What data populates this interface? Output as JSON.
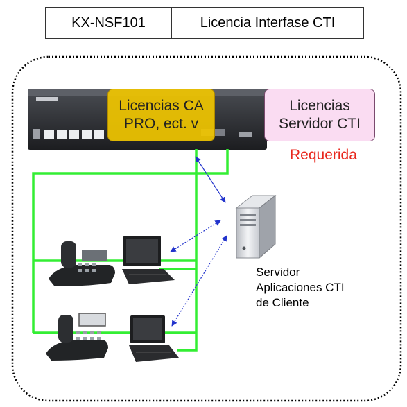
{
  "header": {
    "model": "KX-NSF101",
    "description": "Licencia Interfase CTI"
  },
  "pbx_licenses": {
    "line1": "Licencias CA",
    "line2": "PRO, ect. v",
    "color": "#f0c600"
  },
  "server_licenses": {
    "line1": "Licencias",
    "line2": "Servidor CTI",
    "color": "#fadcf2"
  },
  "required_label": {
    "text": "Requerida",
    "color": "#e8271c"
  },
  "server_caption": {
    "line1": "Servidor",
    "line2": "Aplicaciones CTI",
    "line3": "de Cliente"
  },
  "colors": {
    "network_line": "#33ee33",
    "arrow": "#2233cc",
    "border": "#000000"
  },
  "icons": [
    "pbx-unit-icon",
    "server-icon",
    "desk-phone-icon",
    "laptop-icon"
  ]
}
